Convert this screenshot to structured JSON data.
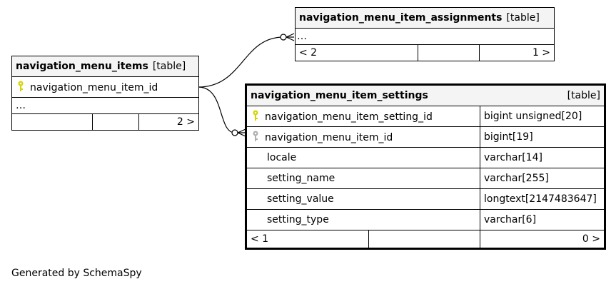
{
  "tables": {
    "menu_items": {
      "name": "navigation_menu_items",
      "kind": "[table]",
      "key_column": "navigation_menu_item_id",
      "more": "…",
      "footer_right": "2 >"
    },
    "assignments": {
      "name": "navigation_menu_item_assignments",
      "kind": "[table]",
      "more": "…",
      "footer_left": "< 2",
      "footer_right": "1 >"
    },
    "settings": {
      "name": "navigation_menu_item_settings",
      "kind": "[table]",
      "columns": [
        {
          "name": "navigation_menu_item_setting_id",
          "type": "bigint unsigned[20]",
          "key": "primary"
        },
        {
          "name": "navigation_menu_item_id",
          "type": "bigint[19]",
          "key": "foreign"
        },
        {
          "name": "locale",
          "type": "varchar[14]",
          "key": "none"
        },
        {
          "name": "setting_name",
          "type": "varchar[255]",
          "key": "none"
        },
        {
          "name": "setting_value",
          "type": "longtext[2147483647]",
          "key": "none"
        },
        {
          "name": "setting_type",
          "type": "varchar[6]",
          "key": "none"
        }
      ],
      "footer_left": "< 1",
      "footer_right": "0 >"
    }
  },
  "colors": {
    "primary_key": "#d4d400",
    "foreign_key": "#b0b0b0",
    "header_bg": "#f4f4f4"
  },
  "footer_text": "Generated by SchemaSpy"
}
